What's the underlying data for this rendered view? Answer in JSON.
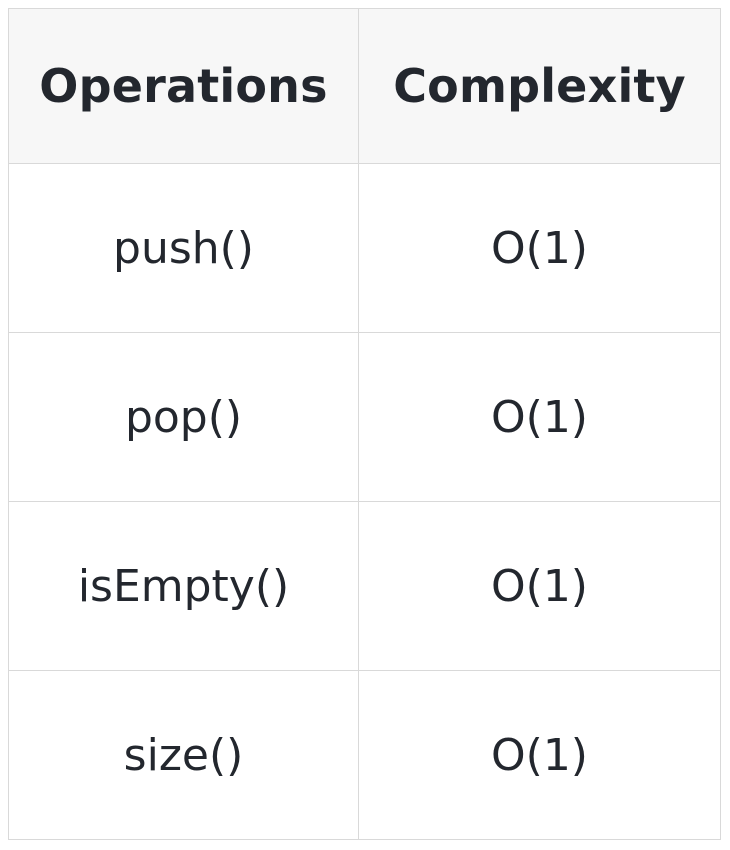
{
  "table": {
    "headers": [
      "Operations",
      "Complexity"
    ],
    "rows": [
      [
        "push()",
        "O(1)"
      ],
      [
        "pop()",
        "O(1)"
      ],
      [
        "isEmpty()",
        "O(1)"
      ],
      [
        "size()",
        "O(1)"
      ]
    ]
  }
}
